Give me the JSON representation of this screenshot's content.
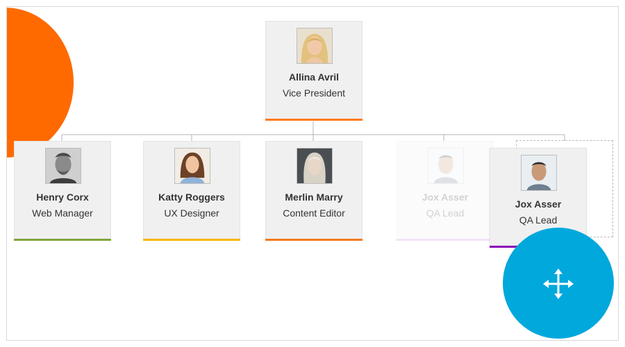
{
  "colors": {
    "drag_circle": "#ff6a00",
    "drop_circle": "#00a8dc",
    "connector": "#b3b3b3",
    "card_bg": "#f0f0f0"
  },
  "nodes": [
    {
      "name": "Allina Avril",
      "title": "Vice President",
      "accent": "#ff7a1a"
    },
    {
      "name": "Henry Corx",
      "title": "Web Manager",
      "accent": "#7fa63a"
    },
    {
      "name": "Katty Roggers",
      "title": "UX Designer",
      "accent": "#f5b700"
    },
    {
      "name": "Merlin Marry",
      "title": "Content Editor",
      "accent": "#f27a1e"
    },
    {
      "name": "Jox Asser",
      "title": "QA Lead",
      "accent": "#c77be0",
      "state": "ghost"
    },
    {
      "name": "Jox Asser",
      "title": "QA Lead",
      "accent": "#8a00b8",
      "state": "dragging"
    }
  ],
  "icons": {
    "drag_handle": "move-arrows-icon",
    "drop_handle": "move-cross-icon"
  }
}
